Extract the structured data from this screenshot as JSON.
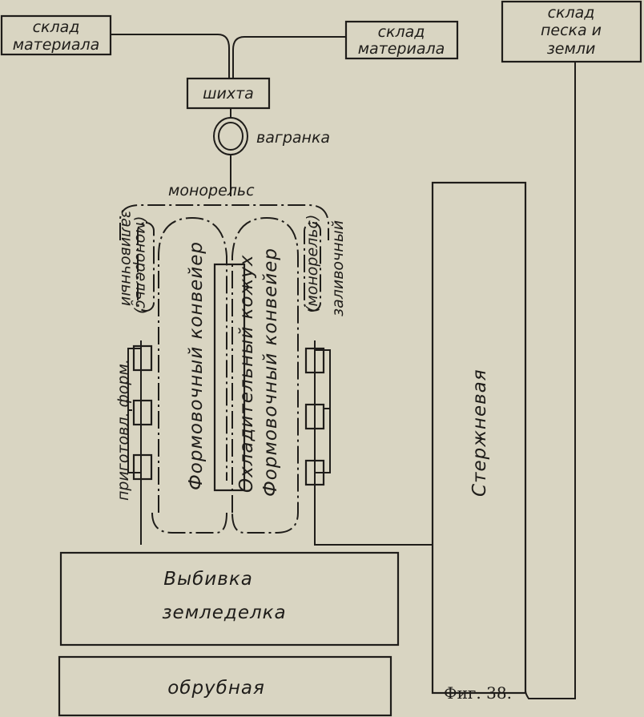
{
  "diagram": {
    "storage_left": [
      "склад",
      "материала"
    ],
    "storage_right": [
      "склад",
      "материала"
    ],
    "sand_storage": [
      "склад",
      "песка и",
      "земли"
    ],
    "charge": "шихта",
    "cupola": "вагранка",
    "monorail": "монорельс",
    "pouring_left": [
      "заливочный",
      "(монорельс)"
    ],
    "pouring_right": [
      "(монорельс)",
      "заливочный"
    ],
    "mold_prep": "приготовл. форм.",
    "molding_conveyor_left": "Формовочный конвейер",
    "cooling_casing": "Охладительный кожух",
    "molding_conveyor_right": "Формовочный конвейер",
    "core_shop": "Стержневая",
    "knockout": [
      "Выбивка",
      "земледелка"
    ],
    "fettling": "обрубная",
    "figure_caption": "Фиг. 38."
  }
}
